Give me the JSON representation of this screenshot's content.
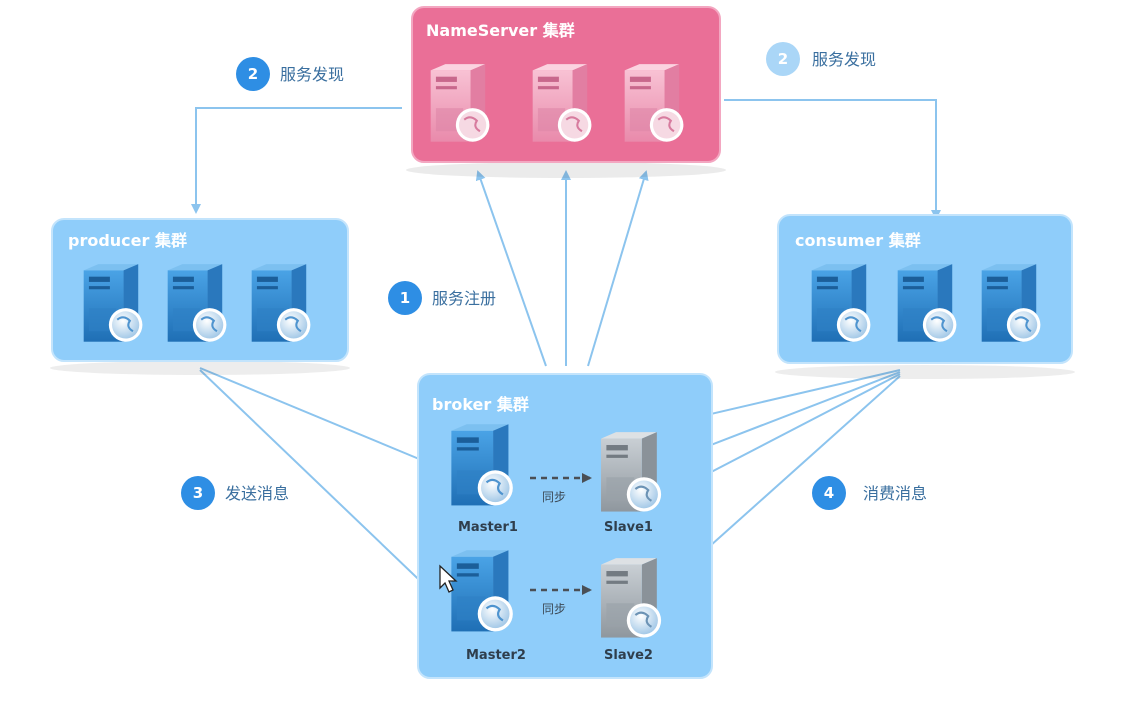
{
  "clusters": {
    "nameserver": {
      "title": "NameServer 集群",
      "color": "#ea6f97"
    },
    "producer": {
      "title": "producer 集群",
      "color": "#8fcdfa"
    },
    "consumer": {
      "title": "consumer 集群",
      "color": "#8fcdfa"
    },
    "broker": {
      "title": "broker 集群",
      "color": "#8fcdfa"
    }
  },
  "steps": [
    {
      "num": "2",
      "label": "服务发现"
    },
    {
      "num": "2",
      "label": "服务发现"
    },
    {
      "num": "1",
      "label": "服务注册"
    },
    {
      "num": "3",
      "label": "发送消息"
    },
    {
      "num": "4",
      "label": "消费消息"
    }
  ],
  "broker": {
    "master1": "Master1",
    "slave1": "Slave1",
    "master2": "Master2",
    "slave2": "Slave2",
    "sync": "同步"
  },
  "colors": {
    "step_badge": "#2e8ee4",
    "step_badge_faded": "#aad6f7",
    "step_text": "#3a6f9f",
    "arrow": "#8cc4ee",
    "server_blue": "#3f8fd0",
    "server_pink": "#f3a5c0",
    "server_gray": "#9aa3ab"
  }
}
